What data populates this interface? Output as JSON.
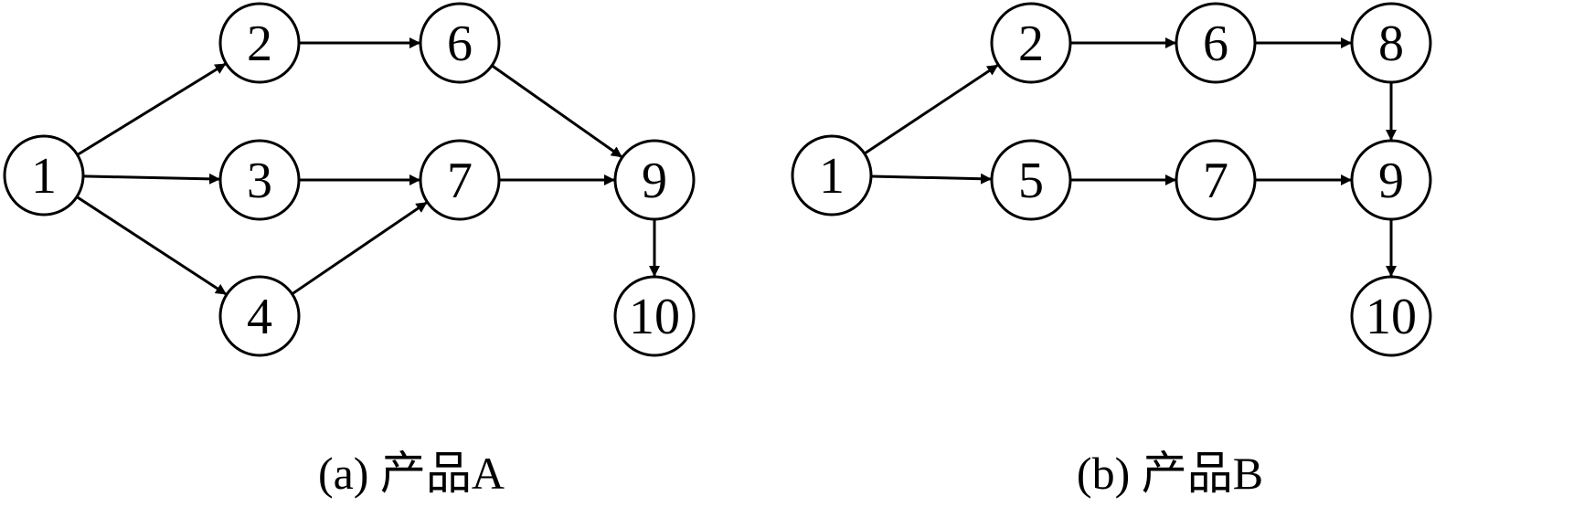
{
  "diagrams": [
    {
      "id": "a",
      "caption": "(a) 产品A",
      "nodes": [
        {
          "id": "a1",
          "label": "1"
        },
        {
          "id": "a2",
          "label": "2"
        },
        {
          "id": "a3",
          "label": "3"
        },
        {
          "id": "a4",
          "label": "4"
        },
        {
          "id": "a6",
          "label": "6"
        },
        {
          "id": "a7",
          "label": "7"
        },
        {
          "id": "a9",
          "label": "9"
        },
        {
          "id": "a10",
          "label": "10"
        }
      ],
      "edges": [
        [
          "a1",
          "a2"
        ],
        [
          "a1",
          "a3"
        ],
        [
          "a1",
          "a4"
        ],
        [
          "a2",
          "a6"
        ],
        [
          "a3",
          "a7"
        ],
        [
          "a4",
          "a7"
        ],
        [
          "a6",
          "a9"
        ],
        [
          "a7",
          "a9"
        ],
        [
          "a9",
          "a10"
        ]
      ]
    },
    {
      "id": "b",
      "caption": "(b) 产品B",
      "nodes": [
        {
          "id": "b1",
          "label": "1"
        },
        {
          "id": "b2",
          "label": "2"
        },
        {
          "id": "b5",
          "label": "5"
        },
        {
          "id": "b6",
          "label": "6"
        },
        {
          "id": "b7",
          "label": "7"
        },
        {
          "id": "b8",
          "label": "8"
        },
        {
          "id": "b9",
          "label": "9"
        },
        {
          "id": "b10",
          "label": "10"
        }
      ],
      "edges": [
        [
          "b1",
          "b2"
        ],
        [
          "b1",
          "b5"
        ],
        [
          "b2",
          "b6"
        ],
        [
          "b6",
          "b8"
        ],
        [
          "b5",
          "b7"
        ],
        [
          "b7",
          "b9"
        ],
        [
          "b8",
          "b9"
        ],
        [
          "b9",
          "b10"
        ]
      ]
    }
  ]
}
